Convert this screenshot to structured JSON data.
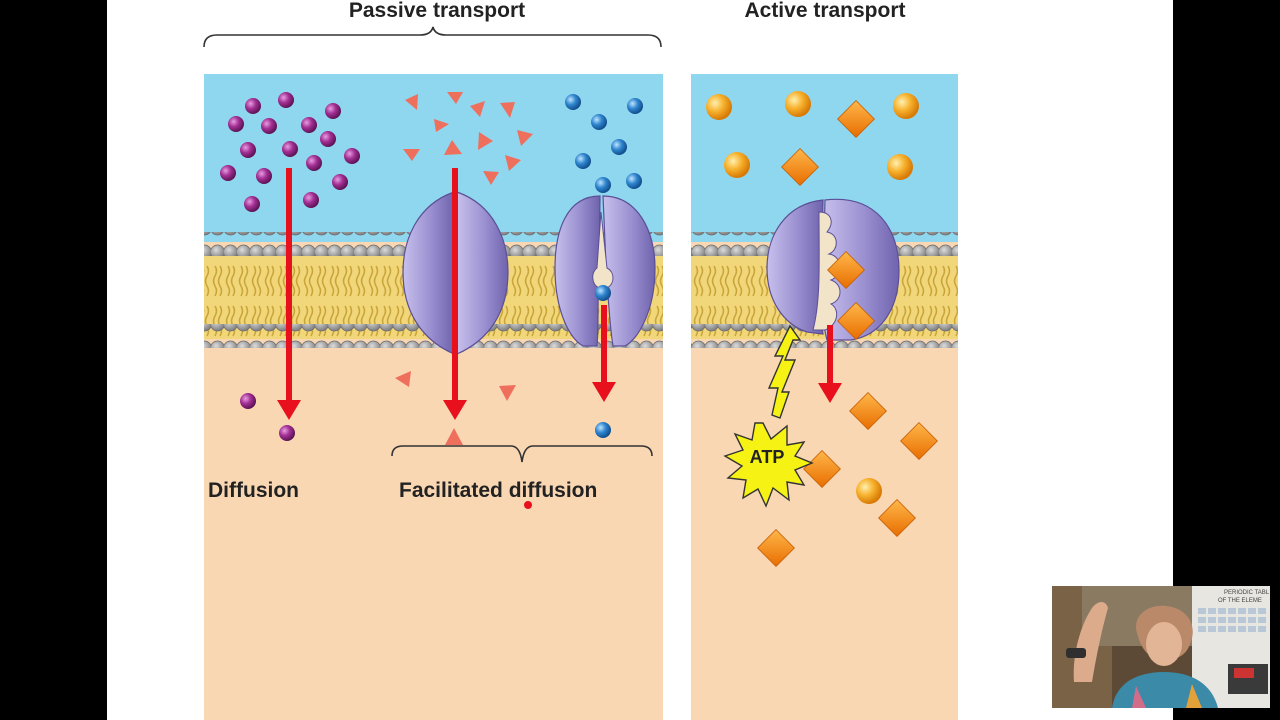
{
  "headings": {
    "passive": "Passive transport",
    "active": "Active transport"
  },
  "labels": {
    "diffusion": "Diffusion",
    "facilitated": "Facilitated diffusion",
    "atp": "ATP"
  },
  "webcam": {
    "chart_line1": "PERIODIC TABL",
    "chart_line2": "OF THE ELEME"
  },
  "colors": {
    "background": "#000000",
    "slide": "#ffffff",
    "extracellular": "#8fd6ef",
    "cytoplasm": "#f9d7b3",
    "membrane_head": "#9c9c9c",
    "lipid_tail": "#e0c25a",
    "arrow": "#e8101c",
    "protein": "#9a8fd0",
    "solute_purple": "#9a2a8c",
    "solute_salmon": "#ef6f5d",
    "solute_blue": "#2f86cf",
    "solute_orange": "#f59a1f",
    "atp_burst": "#f5f214"
  }
}
